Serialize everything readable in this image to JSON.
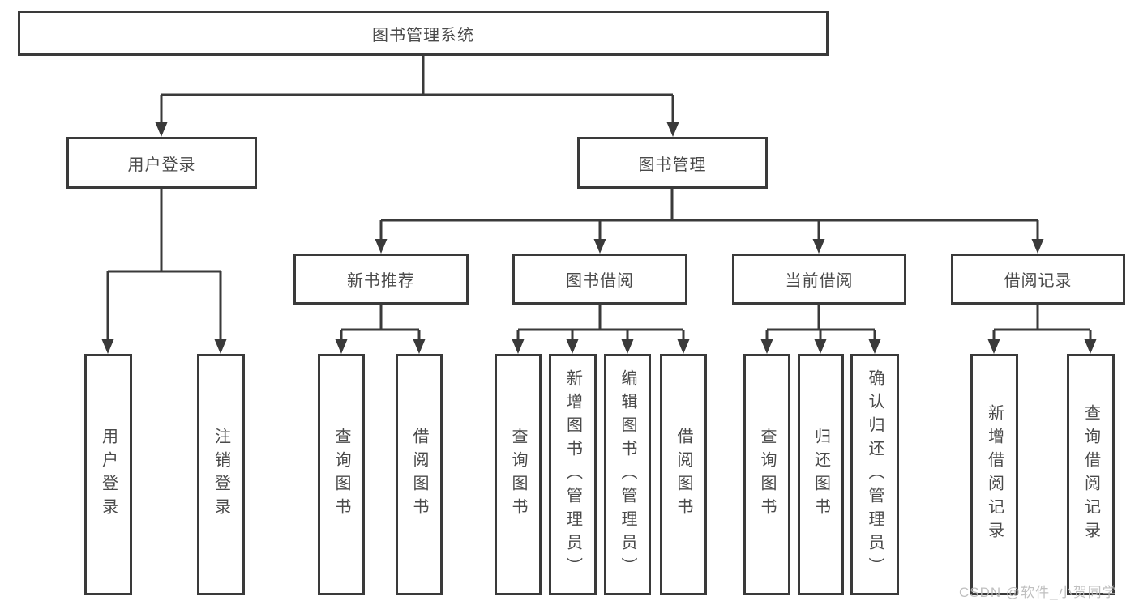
{
  "tree": {
    "label": "图书管理系统",
    "children": [
      {
        "label": "用户登录",
        "children": [
          {
            "label": "用户登录"
          },
          {
            "label": "注销登录"
          }
        ]
      },
      {
        "label": "图书管理",
        "children": [
          {
            "label": "新书推荐",
            "children": [
              {
                "label": "查询图书"
              },
              {
                "label": "借阅图书"
              }
            ]
          },
          {
            "label": "图书借阅",
            "children": [
              {
                "label": "查询图书"
              },
              {
                "label": "新增图书（管理员）"
              },
              {
                "label": "编辑图书（管理员）"
              },
              {
                "label": "借阅图书"
              }
            ]
          },
          {
            "label": "当前借阅",
            "children": [
              {
                "label": "查询图书"
              },
              {
                "label": "归还图书"
              },
              {
                "label": "确认归还（管理员）"
              }
            ]
          },
          {
            "label": "借阅记录",
            "children": [
              {
                "label": "新增借阅记录"
              },
              {
                "label": "查询借阅记录"
              }
            ]
          }
        ]
      }
    ]
  },
  "watermark": {
    "text": "CSDN @软件_小贺同学"
  },
  "colors": {
    "line": "#3a3a3a",
    "node_text": "#4a4a4a",
    "background": "#ffffff",
    "watermark": "#b9b9b9"
  }
}
